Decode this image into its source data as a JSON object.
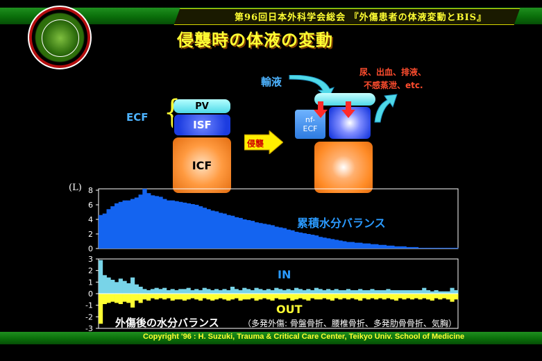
{
  "header": {
    "text": "第96回日本外科学会総会 『外傷患者の体液変動とBIS』"
  },
  "logo": {
    "name": "Trauma & Critical Care Center Teikyo Univ. emblem"
  },
  "title": "侵襲時の体液の変動",
  "diagram": {
    "ecf": "ECF",
    "pv": "PV",
    "isf": "ISF",
    "icf": "ICF",
    "invasion": "侵襲",
    "infusion": "輸液",
    "losses_line1": "尿、出血、排液、",
    "losses_line2": "不感蒸泄、etc.",
    "nf_ecf_line1": "nf-",
    "nf_ecf_line2": "ECF"
  },
  "chart_labels": {
    "unit": "(L)",
    "balance": "累積水分バランス",
    "in": "IN",
    "out": "OUT",
    "subtitle": "外傷後の水分バランス",
    "subtitle_note": "（多発外傷: 骨盤骨折、腰椎骨折、多発肋骨骨折、気胸）"
  },
  "footer": {
    "copyright": "Copyright '96 : H. Suzuki, Trauma & Critical Care Center, Teikyo Univ. School of Medicine"
  },
  "colors": {
    "balance_fill": "#1464f0",
    "in_fill": "#78d4e8",
    "out_fill": "#ffff33",
    "accent_yellow": "#ffff33"
  },
  "chart_data": [
    {
      "type": "area",
      "title": "累積水分バランス",
      "ylabel": "(L)",
      "ylim": [
        0,
        8
      ],
      "yticks": [
        0,
        2,
        4,
        6,
        8
      ],
      "series": [
        {
          "name": "累積水分バランス",
          "values": [
            4.6,
            4.8,
            5.4,
            5.8,
            6.2,
            6.4,
            6.6,
            6.6,
            6.8,
            7.0,
            7.4,
            8.2,
            7.6,
            7.3,
            7.2,
            7.1,
            6.8,
            6.6,
            6.6,
            6.5,
            6.4,
            6.3,
            6.2,
            6.1,
            6.0,
            5.8,
            5.6,
            5.4,
            5.2,
            5.1,
            4.9,
            4.8,
            4.6,
            4.5,
            4.3,
            4.2,
            4.0,
            3.9,
            3.8,
            3.6,
            3.5,
            3.4,
            3.3,
            3.2,
            3.0,
            2.9,
            2.8,
            2.6,
            2.5,
            2.3,
            2.2,
            2.1,
            2.0,
            1.9,
            1.8,
            1.6,
            1.5,
            1.4,
            1.3,
            1.2,
            1.1,
            1.0,
            0.9,
            0.9,
            0.8,
            0.8,
            0.7,
            0.7,
            0.6,
            0.6,
            0.5,
            0.5,
            0.4,
            0.4,
            0.3,
            0.3,
            0.3,
            0.2,
            0.2,
            0.2,
            0.1,
            0.1,
            0.1,
            0.1,
            0.1,
            0.1,
            0.1,
            0.1,
            0.1,
            0.1
          ]
        }
      ]
    },
    {
      "type": "bar",
      "title": "IN / OUT",
      "ylim": [
        -3,
        3
      ],
      "yticks": [
        3,
        2,
        1,
        0,
        -1,
        -2,
        -3
      ],
      "series": [
        {
          "name": "IN",
          "values": [
            2.9,
            1.6,
            1.4,
            1.2,
            1.0,
            1.3,
            1.1,
            0.9,
            1.4,
            0.8,
            0.6,
            0.4,
            0.3,
            0.4,
            0.5,
            0.4,
            0.5,
            0.3,
            0.4,
            0.3,
            0.4,
            0.4,
            0.5,
            0.3,
            0.4,
            0.3,
            0.5,
            0.4,
            0.3,
            0.4,
            0.3,
            0.4,
            0.3,
            0.6,
            0.4,
            0.3,
            0.5,
            0.4,
            0.3,
            0.5,
            0.4,
            0.3,
            0.4,
            0.3,
            0.5,
            0.4,
            0.3,
            0.4,
            0.3,
            0.5,
            0.4,
            0.3,
            0.4,
            0.3,
            0.5,
            0.4,
            0.3,
            0.4,
            0.3,
            0.4,
            0.3,
            0.3,
            0.4,
            0.3,
            0.3,
            0.4,
            0.3,
            0.3,
            0.4,
            0.3,
            0.3,
            0.3,
            0.4,
            0.3,
            0.3,
            0.3,
            0.3,
            0.3,
            0.3,
            0.3,
            0.3,
            0.5,
            0.3,
            0.2,
            0.3,
            0.2,
            0.2,
            0.2,
            0.5,
            0.3
          ]
        },
        {
          "name": "OUT",
          "values": [
            -2.6,
            -0.9,
            -0.8,
            -0.7,
            -0.8,
            -0.9,
            -0.7,
            -0.8,
            -1.2,
            -0.6,
            -0.8,
            -0.5,
            -0.6,
            -0.4,
            -0.5,
            -0.4,
            -0.5,
            -0.4,
            -0.6,
            -0.5,
            -0.5,
            -0.6,
            -0.5,
            -0.4,
            -0.5,
            -0.6,
            -0.4,
            -0.5,
            -0.6,
            -0.5,
            -0.4,
            -0.5,
            -0.6,
            -0.5,
            -0.4,
            -0.6,
            -0.5,
            -0.5,
            -0.4,
            -0.6,
            -0.5,
            -0.4,
            -0.5,
            -0.6,
            -0.4,
            -0.5,
            -0.5,
            -0.4,
            -0.6,
            -0.5,
            -0.4,
            -0.5,
            -0.6,
            -0.4,
            -0.5,
            -0.5,
            -0.4,
            -0.5,
            -0.6,
            -0.4,
            -0.5,
            -0.4,
            -0.5,
            -0.4,
            -0.5,
            -0.6,
            -0.4,
            -0.5,
            -0.4,
            -0.5,
            -0.4,
            -0.5,
            -0.4,
            -0.5,
            -0.6,
            -0.4,
            -0.5,
            -0.4,
            -0.5,
            -0.4,
            -0.5,
            -0.4,
            -0.5,
            -0.6,
            -0.4,
            -0.5,
            -0.4,
            -0.5,
            -0.7,
            -0.5
          ]
        }
      ]
    }
  ]
}
